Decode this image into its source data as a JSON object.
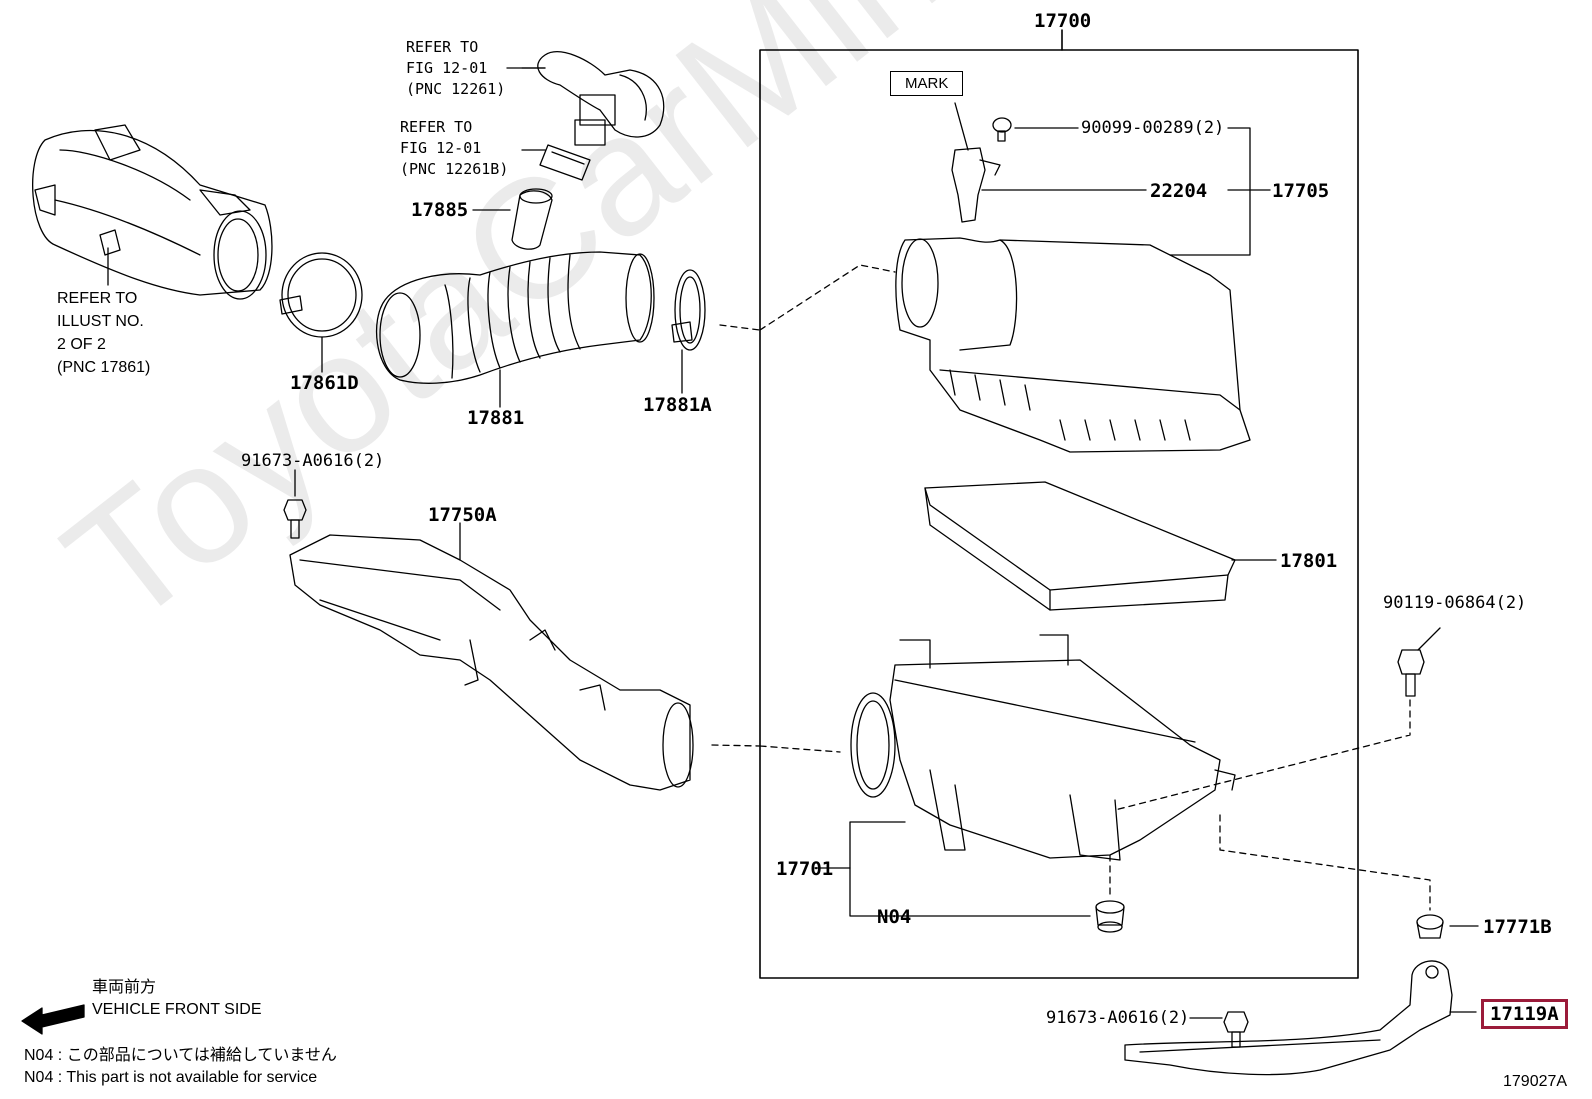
{
  "box_part": "17700",
  "watermark": "ToyotaCarMine.ru",
  "mark_label": "MARK",
  "refs": {
    "hose_top": "REFER TO\nFIG 12-01\n(PNC 12261)",
    "hose_mid": "REFER TO\nFIG 12-01\n(PNC 12261B)",
    "intake": "REFER TO\nILLUST NO.\n2 OF 2\n(PNC 17861)"
  },
  "parts": {
    "p17885": "17885",
    "p17861D": "17861D",
    "p17881": "17881",
    "p17881A": "17881A",
    "bolt_top": "91673-A0616(2)",
    "p17750A": "17750A",
    "screw": "90099-00289(2)",
    "p22204": "22204",
    "p17705": "17705",
    "p17801": "17801",
    "bolt_right": "90119-06864(2)",
    "p17701": "17701",
    "n04": "N04",
    "p17771B": "17771B",
    "p17119A": "17119A",
    "bolt_bottom": "91673-A0616(2)"
  },
  "front": {
    "jp": "車両前方",
    "en": "VEHICLE FRONT SIDE"
  },
  "notes": {
    "jp": "N04 : この部品については補給していません",
    "en": "N04 : This part is not available for service"
  },
  "figure_code": "179027A",
  "colors": {
    "highlight": "#9b1b3a"
  }
}
